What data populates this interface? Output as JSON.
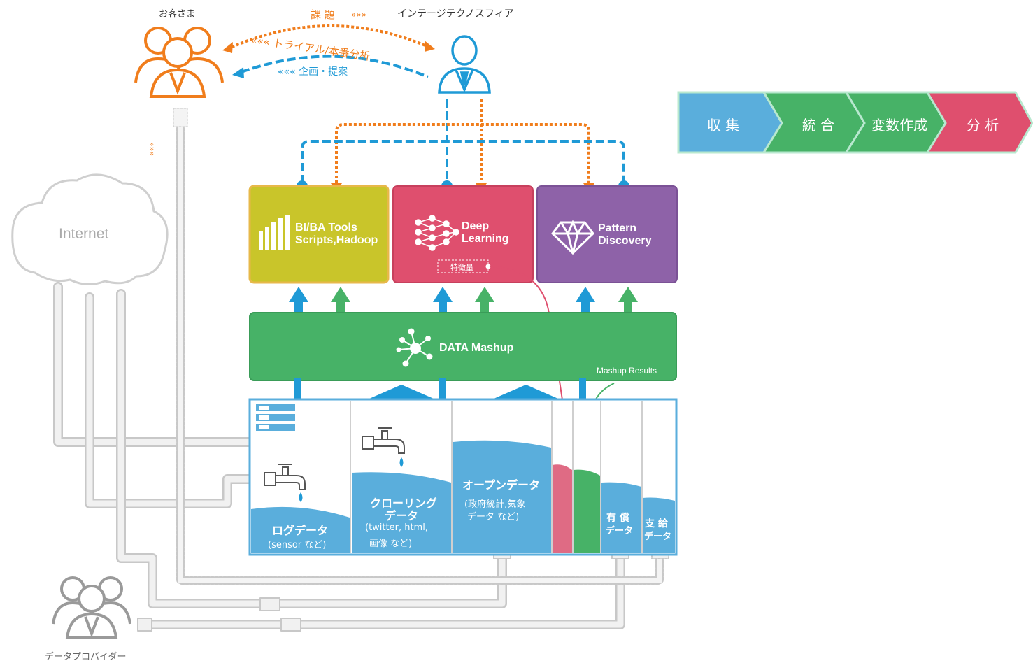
{
  "top": {
    "customer_label": "お客さま",
    "company_label": "インテージテクノスフィア",
    "issue_label": "課 題",
    "issue_arrows": "»»»",
    "trial_label": "««« トライアル/本番分析",
    "proposal_label": "««« 企画・提案",
    "down_chevrons": "»»»"
  },
  "cloud": {
    "label": "Internet"
  },
  "modules": {
    "bi": {
      "line1": "BI/BA Tools",
      "line2": "Scripts,Hadoop"
    },
    "dl": {
      "line1": "Deep",
      "line2": "Learning",
      "feature": "特徴量"
    },
    "pattern": {
      "line1": "Pattern",
      "line2": "Discovery"
    }
  },
  "mashup": {
    "label": "DATA Mashup",
    "results": "Mashup Results"
  },
  "data": {
    "log": {
      "title": "ログデータ",
      "sub": "(sensor など)"
    },
    "crawl": {
      "title1": "クローリング",
      "title2": "データ",
      "sub1": "(twitter, html,",
      "sub2": "画像 など)"
    },
    "open": {
      "title": "オープンデータ",
      "sub1": "(政府統計,気象",
      "sub2": "データ など)"
    },
    "paid": {
      "title1": "有 償",
      "title2": "データ"
    },
    "supply": {
      "title1": "支 給",
      "title2": "データ"
    }
  },
  "provider": {
    "label": "データプロバイダー"
  },
  "process": {
    "steps": [
      "収 集",
      "統 合",
      "変数作成",
      "分 析"
    ]
  },
  "colors": {
    "orange": "#f07d1c",
    "blue": "#1f9ad6",
    "bi": "#c9c52a",
    "dl": "#df4f6e",
    "pattern": "#8e62a8",
    "mashup": "#47b267",
    "water": "#5aaedc",
    "step_blue": "#5aaedc",
    "step_green": "#47b267",
    "step_red": "#df4f6e"
  }
}
